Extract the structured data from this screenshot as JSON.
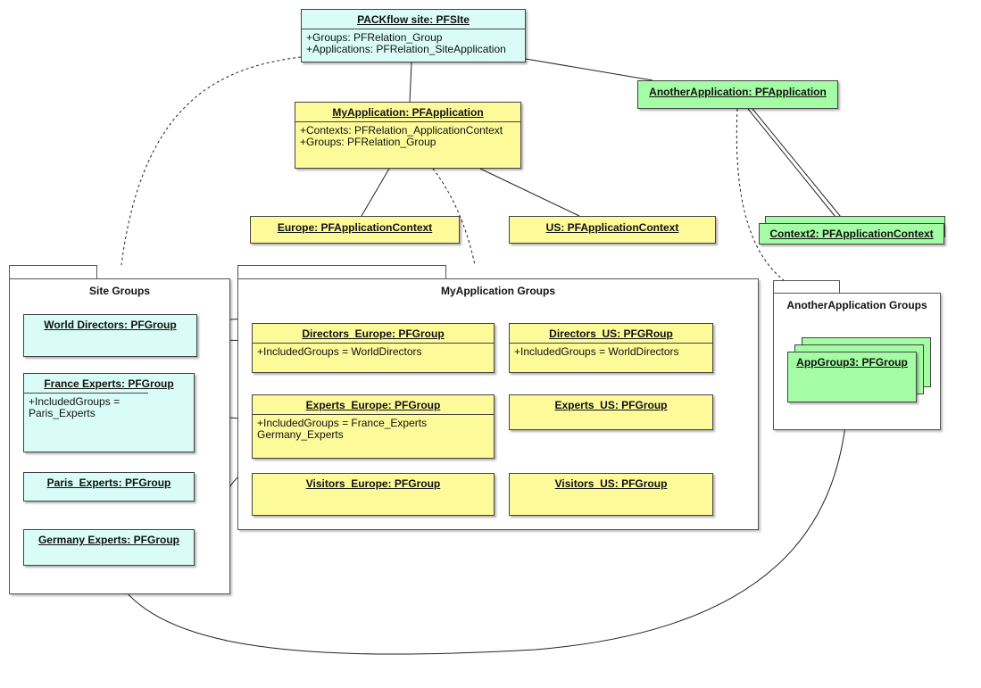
{
  "colors": {
    "site": "#d9fdf6",
    "application": "#fdfa99",
    "another": "#a4fca4",
    "line": "#222222"
  },
  "site_object": {
    "name": "PACKflow site: PFSIte",
    "attrs": [
      "+Groups: PFRelation_Group",
      "+Applications: PFRelation_SiteApplication"
    ]
  },
  "my_application": {
    "name": "MyApplication: PFApplication",
    "attrs": [
      "+Contexts: PFRelation_ApplicationContext",
      "+Groups: PFRelation_Group"
    ]
  },
  "another_application": {
    "name": "AnotherApplication: PFApplication"
  },
  "contexts": {
    "europe": "Europe: PFApplicationContext",
    "us": "US: PFApplicationContext",
    "context2": "Context2: PFApplicationContext"
  },
  "site_groups": {
    "title": "Site Groups",
    "world_directors": "World Directors: PFGroup",
    "france_experts": {
      "name": "France Experts: PFGroup",
      "attrs": [
        "+IncludedGroups = Paris_Experts"
      ]
    },
    "paris_experts": "Paris_Experts: PFGroup",
    "germany_experts": "Germany Experts: PFGroup"
  },
  "my_app_groups": {
    "title": "MyApplication Groups",
    "directors_europe": {
      "name": "Directors_Europe: PFGroup",
      "attrs": [
        "+IncludedGroups = WorldDirectors"
      ]
    },
    "directors_us": {
      "name": "Directors_US: PFGRoup",
      "attrs": [
        "+IncludedGroups = WorldDirectors"
      ]
    },
    "experts_europe": {
      "name": "Experts_Europe: PFGroup",
      "attrs": [
        "+IncludedGroups = France_Experts",
        "Germany_Experts"
      ]
    },
    "experts_us": "Experts_US: PFGroup",
    "visitors_europe": "Visitors_Europe: PFGroup",
    "visitors_us": "Visitors_US: PFGroup"
  },
  "another_app_groups": {
    "title": "AnotherApplication Groups",
    "appgroup3": "AppGroup3: PFGroup"
  }
}
